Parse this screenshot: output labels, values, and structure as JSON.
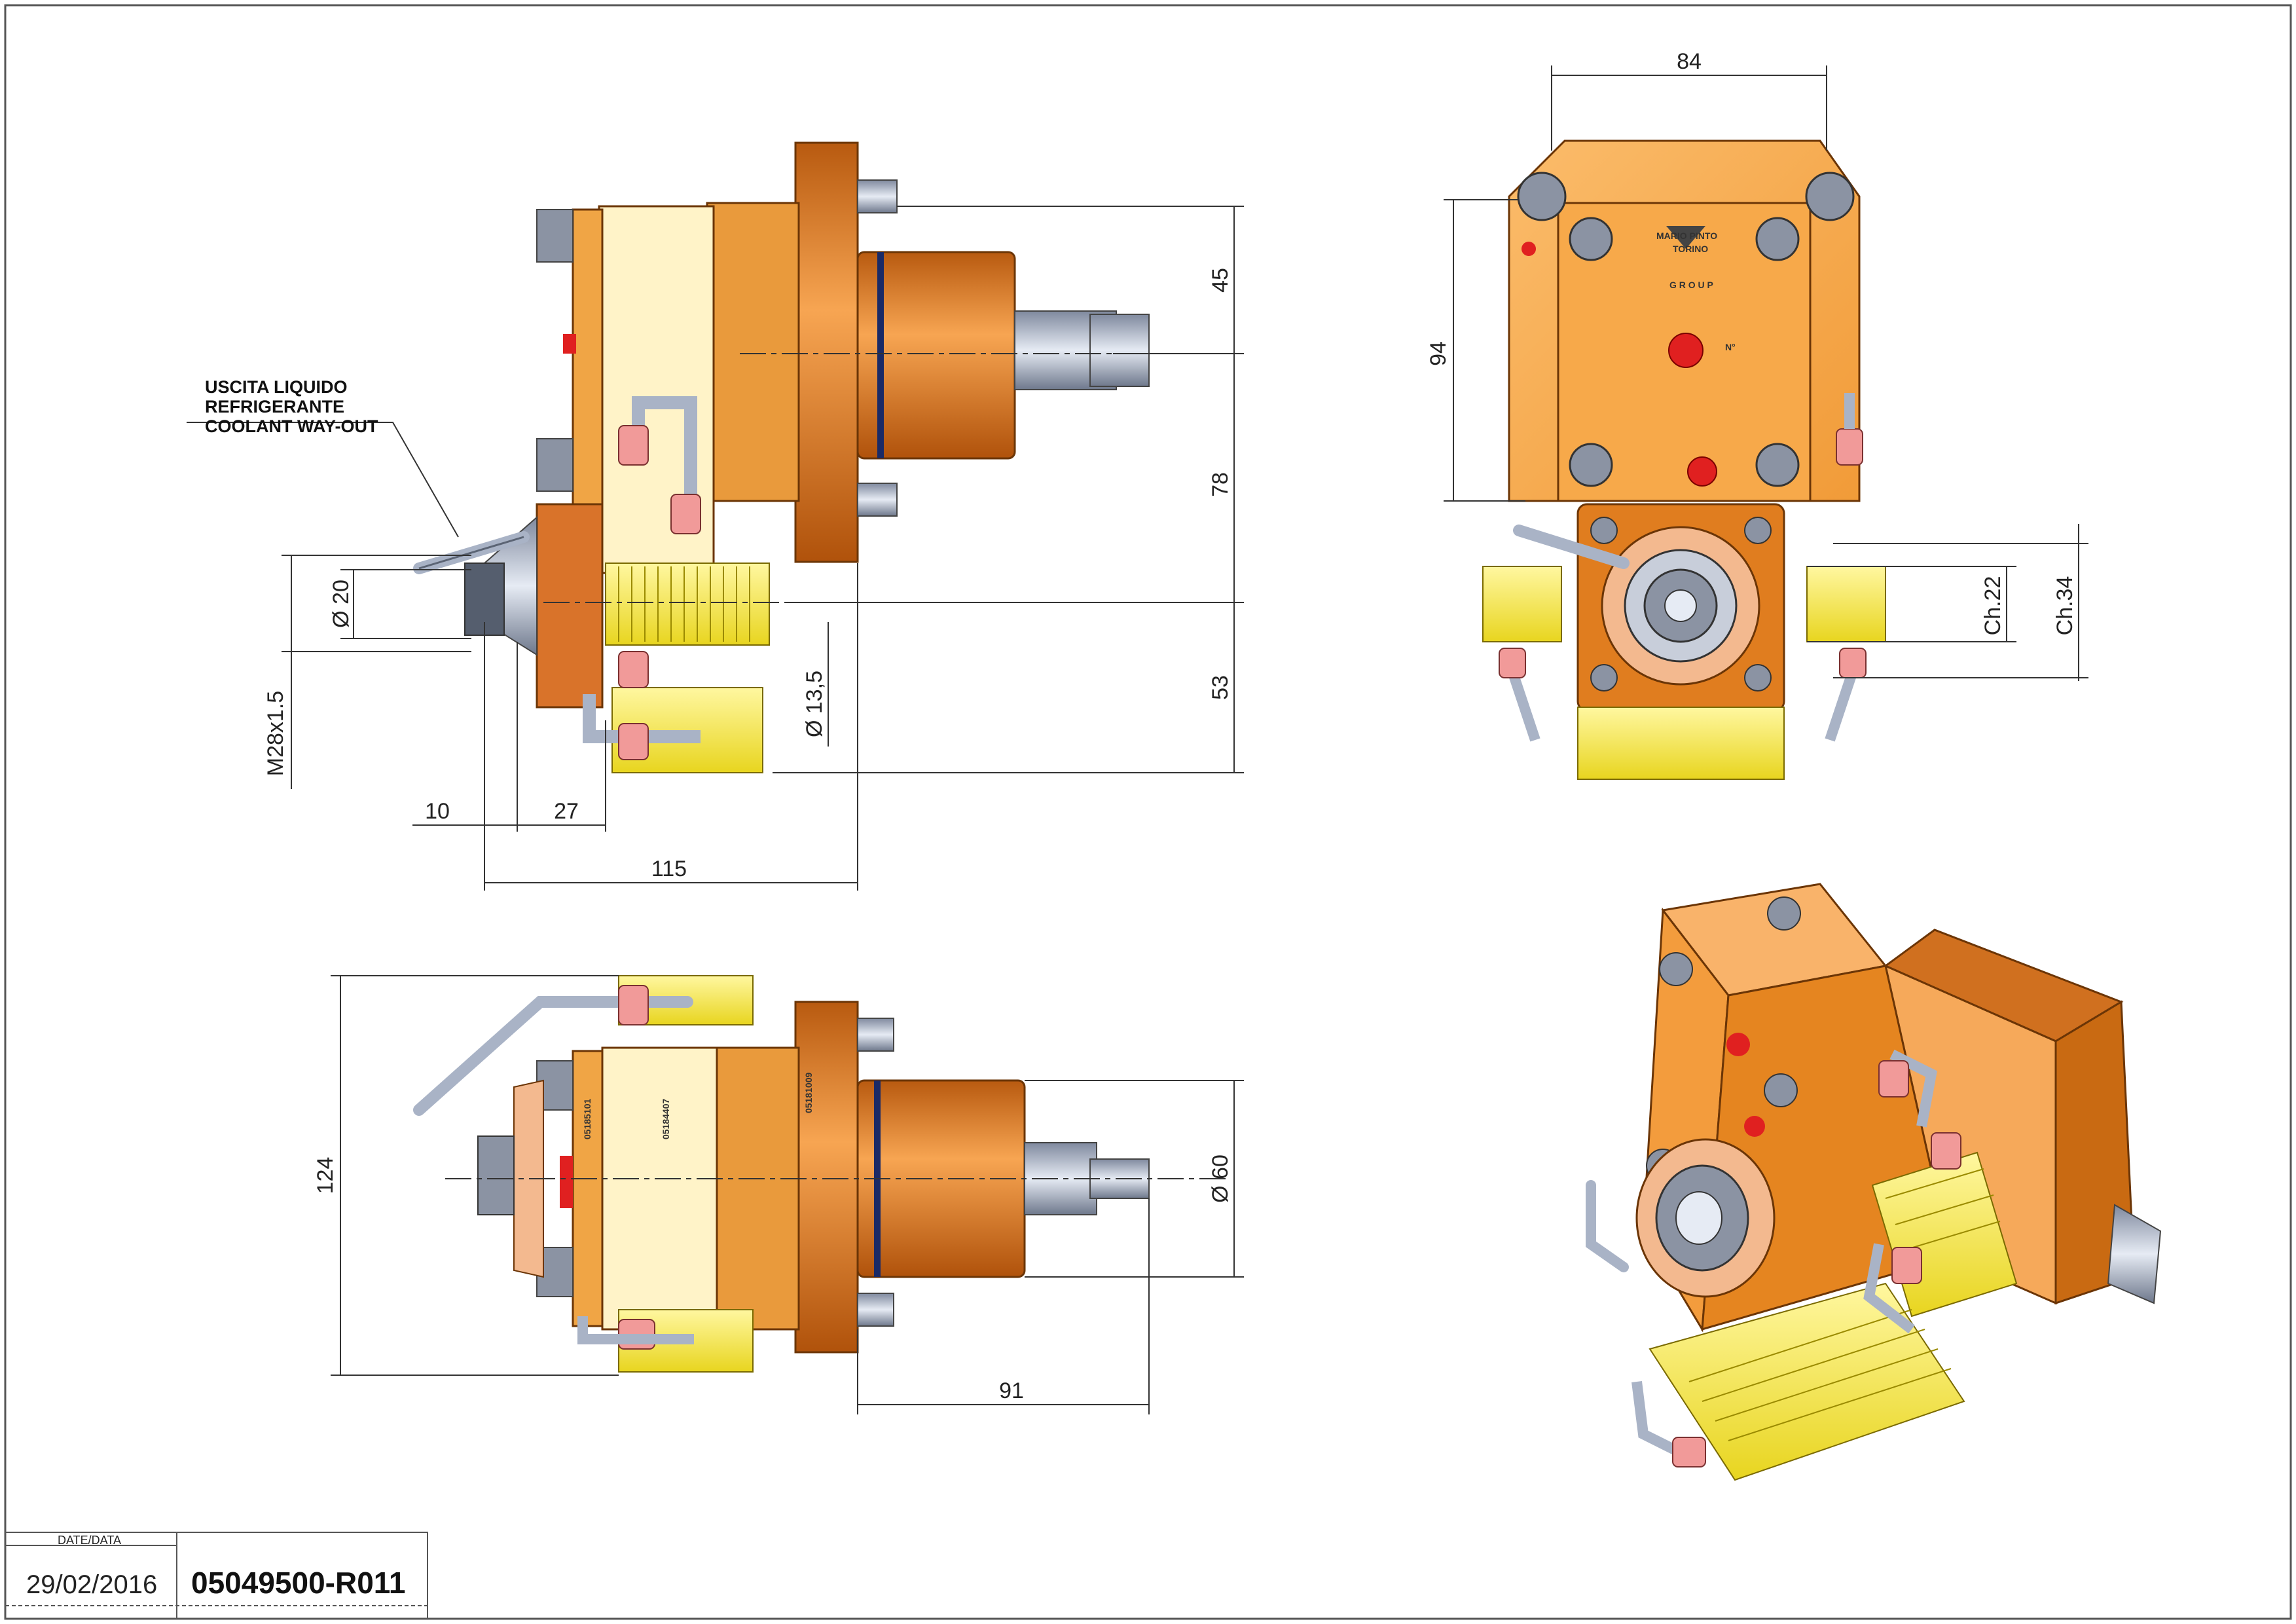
{
  "drawing": {
    "note_lines": [
      "USCITA LIQUIDO",
      "REFRIGERANTE",
      "COOLANT WAY-OUT"
    ],
    "dimensions": {
      "front_45": "45",
      "front_78": "78",
      "front_53": "53",
      "front_10": "10",
      "front_27": "27",
      "front_115": "115",
      "front_d20": "Ø 20",
      "front_m28": "M28x1.5",
      "front_d135": "Ø 13,5",
      "end_84": "84",
      "end_94": "94",
      "end_ch22": "Ch.22",
      "end_ch34": "Ch.34",
      "top_124": "124",
      "top_91": "91",
      "top_d60": "Ø 60"
    },
    "part_marks": {
      "brand_top": "MARIO  PINTO",
      "brand_city": "TORINO",
      "brand_group": "G R O U P",
      "serial_label": "N°",
      "marking_1": "05185101",
      "marking_2": "05184407",
      "marking_3": "05181009"
    }
  },
  "title_block": {
    "date_label": "DATE/DATA",
    "date_value": "29/02/2016",
    "drawing_number": "05049500-R011"
  },
  "colors": {
    "orange": "#f3a43f",
    "dark_orange": "#c96a12",
    "copper": "#d0701f",
    "yellow": "#fff03a",
    "cream": "#fff3c8",
    "steel": "#a9b3c6",
    "pink": "#f19a99",
    "red": "#e02020",
    "line": "#333333"
  }
}
